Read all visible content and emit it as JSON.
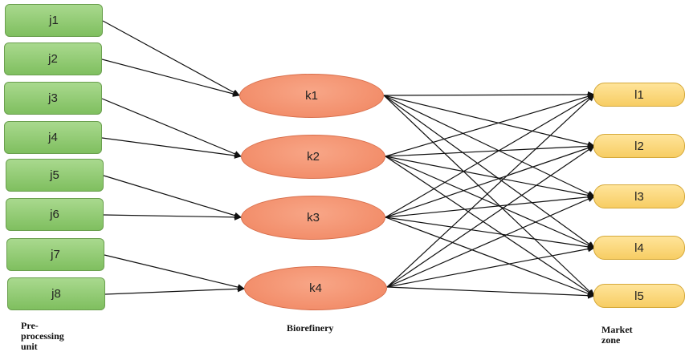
{
  "preprocessing_units": [
    "j1",
    "j2",
    "j3",
    "j4",
    "j5",
    "j6",
    "j7",
    "j8"
  ],
  "biorefineries": [
    "k1",
    "k2",
    "k3",
    "k4"
  ],
  "market_zones": [
    "l1",
    "l2",
    "l3",
    "l4",
    "l5"
  ],
  "captions": {
    "preprocessing": "Pre-\nprocessing\nunit",
    "biorefinery": "Biorefinery",
    "market": "Market\nzone"
  },
  "connections": {
    "unit_to_refinery": [
      [
        "j1",
        "k1"
      ],
      [
        "j2",
        "k1"
      ],
      [
        "j3",
        "k2"
      ],
      [
        "j4",
        "k2"
      ],
      [
        "j5",
        "k3"
      ],
      [
        "j6",
        "k3"
      ],
      [
        "j7",
        "k4"
      ],
      [
        "j8",
        "k4"
      ]
    ],
    "refinery_to_market": "all"
  },
  "colors": {
    "unit_fill": "#8fcb6e",
    "refinery_fill": "#f49170",
    "market_fill": "#fbd877",
    "edge": "#111111"
  }
}
